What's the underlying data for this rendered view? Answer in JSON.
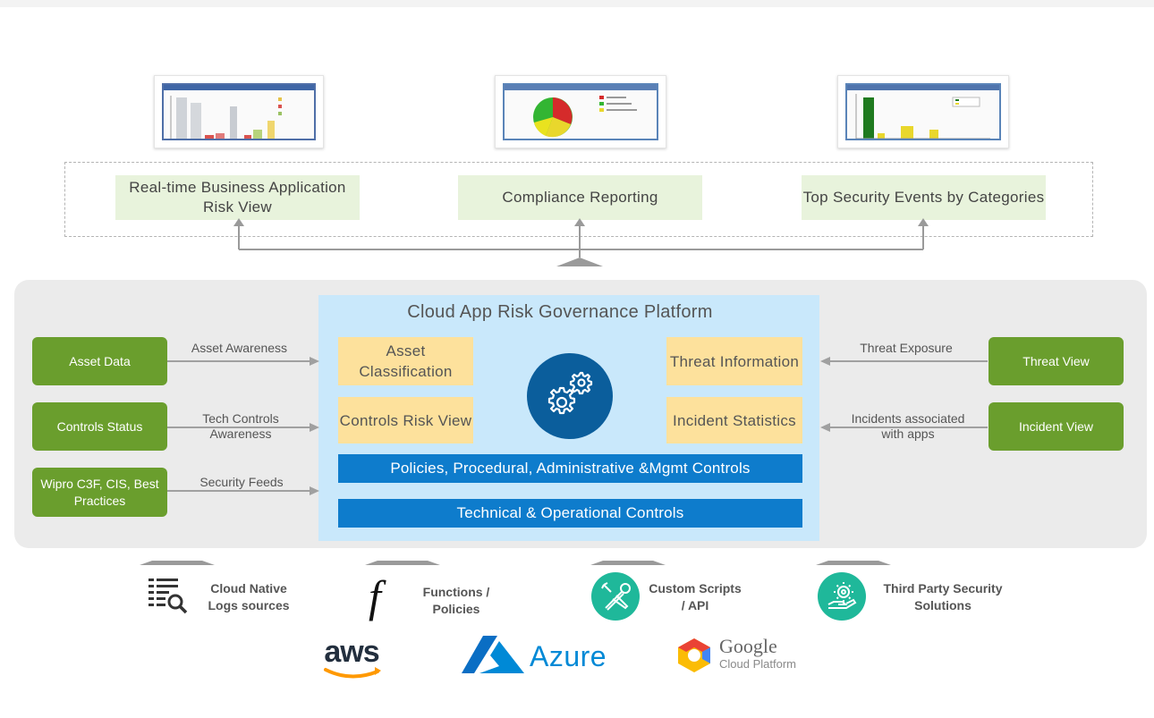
{
  "reports": [
    {
      "label": "Real-time Business Application Risk View"
    },
    {
      "label": "Compliance Reporting"
    },
    {
      "label": "Top Security Events by Categories"
    }
  ],
  "platform": {
    "title": "Cloud App Risk Governance Platform",
    "boxes": {
      "asset_classification": "Asset Classification",
      "controls_risk_view": "Controls Risk View",
      "threat_information": "Threat Information",
      "incident_statistics": "Incident Statistics"
    },
    "bars": {
      "policies": "Policies, Procedural, Administrative &Mgmt Controls",
      "technical": "Technical & Operational Controls"
    }
  },
  "left_inputs": [
    {
      "label": "Asset Data",
      "flow": "Asset Awareness"
    },
    {
      "label": "Controls Status",
      "flow": "Tech Controls Awareness"
    },
    {
      "label": "Wipro C3F, CIS, Best Practices",
      "flow": "Security Feeds"
    }
  ],
  "right_inputs": [
    {
      "label": "Threat View",
      "flow": "Threat Exposure"
    },
    {
      "label": "Incident View",
      "flow": "Incidents associated with apps"
    }
  ],
  "sources": [
    {
      "label": "Cloud Native Logs sources",
      "icon": "log-search-icon"
    },
    {
      "label": "Functions / Policies",
      "icon": "function-icon"
    },
    {
      "label": "Custom Scripts / API",
      "icon": "tools-icon"
    },
    {
      "label": "Third Party Security Solutions",
      "icon": "hand-gear-icon"
    }
  ],
  "clouds": {
    "aws": "aws",
    "azure": "Azure",
    "google": "Google",
    "google_sub": "Cloud Platform"
  },
  "colors": {
    "green": "#6a9e2d",
    "platform_blue": "#c9e8fb",
    "bar_blue": "#0e7ccc",
    "yellow": "#fde19c",
    "teal": "#1fb89a",
    "gear_blue": "#0b5e9c",
    "report_green": "#e8f3dc"
  }
}
